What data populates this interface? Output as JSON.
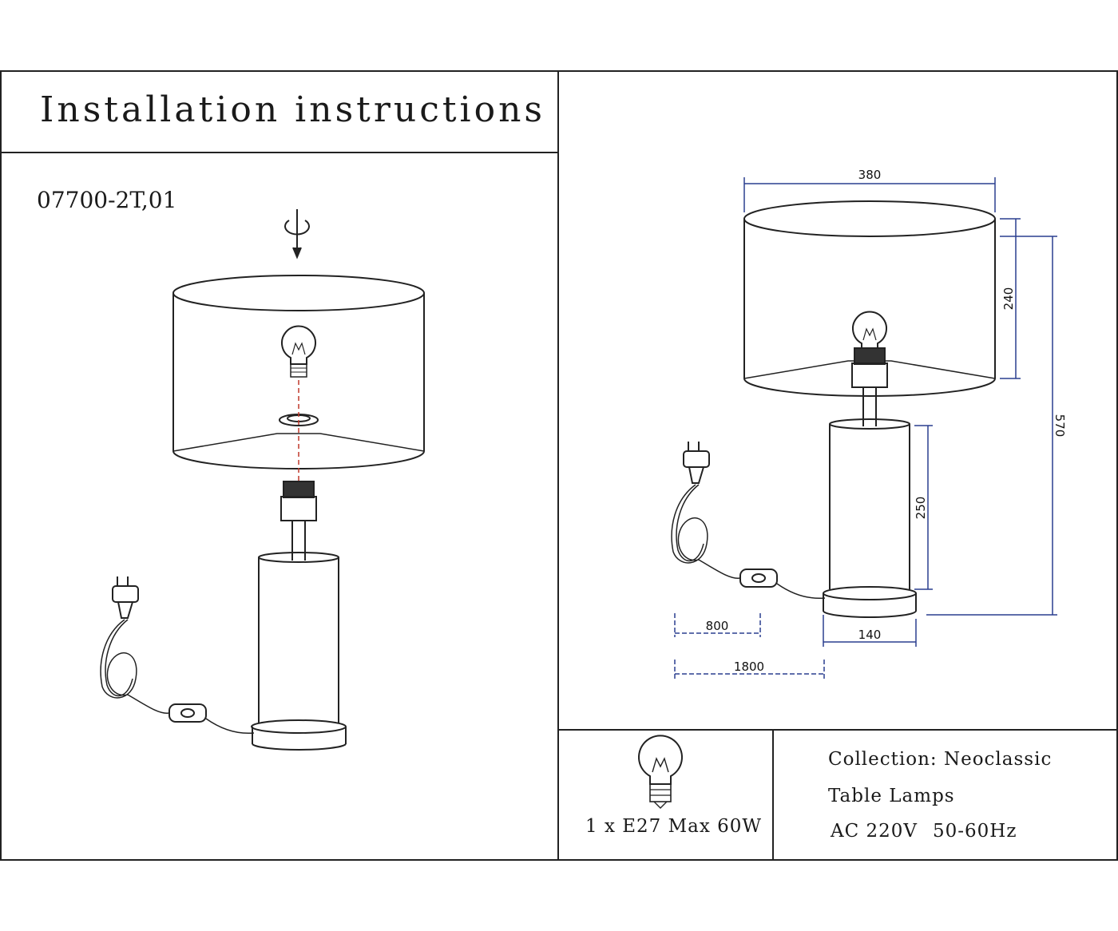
{
  "header": {
    "title": "Installation instructions"
  },
  "model_number": "07700-2T,01",
  "dimensions": {
    "shade_width": "380",
    "shade_height": "240",
    "total_height": "570",
    "base_height": "250",
    "base_diameter": "140",
    "switch_cord": "800",
    "total_cord": "1800"
  },
  "bulb_spec": "1 x E27 Max 60W",
  "product": {
    "collection": "Collection: Neoclassic",
    "type": "Table Lamps",
    "voltage": "AC 220V",
    "frequency": "50-60Hz"
  },
  "colors": {
    "line": "#222222",
    "dimension": "#2a3f8f",
    "guide": "#c0392b"
  },
  "icons": [
    "rotate-arrow-icon",
    "bulb-icon",
    "plug-icon",
    "switch-icon"
  ]
}
